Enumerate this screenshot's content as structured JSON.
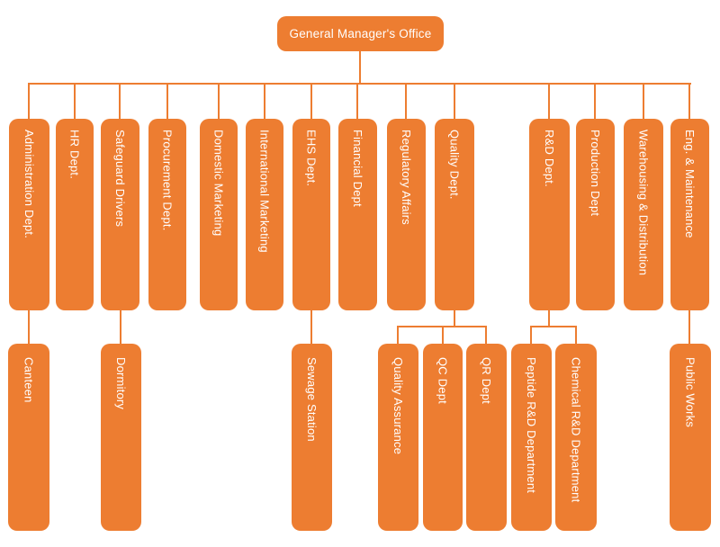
{
  "colors": {
    "node_fill": "#ED7D31",
    "node_text": "#FFFFFF",
    "connector": "#ED7D31",
    "background": "#FFFFFF"
  },
  "org": {
    "root": {
      "label": "General Manager's Office"
    },
    "departments": [
      {
        "label": "Administration Dept.",
        "children": [
          "Canteen"
        ]
      },
      {
        "label": "HR Dept.",
        "children": []
      },
      {
        "label": "Safeguard Drivers",
        "children": [
          "Dormitory"
        ]
      },
      {
        "label": "Procurement Dept.",
        "children": []
      },
      {
        "label": "Domestic Marketing",
        "children": []
      },
      {
        "label": "International Marketing",
        "children": []
      },
      {
        "label": "EHS Dept.",
        "children": [
          "Sewage Station"
        ]
      },
      {
        "label": "Financial Dept",
        "children": []
      },
      {
        "label": "Regulatory Affairs",
        "children": []
      },
      {
        "label": "Quality Dept.",
        "children": [
          "Quality Assurance",
          "QC Dept",
          "QR Dept"
        ]
      },
      {
        "label": "R&D Dept.",
        "children": [
          "Peptide R&D Department",
          "Chemical R&D Department"
        ]
      },
      {
        "label": "Production Dept",
        "children": []
      },
      {
        "label": "Warehousing & Distribution",
        "children": []
      },
      {
        "label": "Eng. & Maintenance",
        "children": [
          "Public Works"
        ]
      }
    ]
  }
}
